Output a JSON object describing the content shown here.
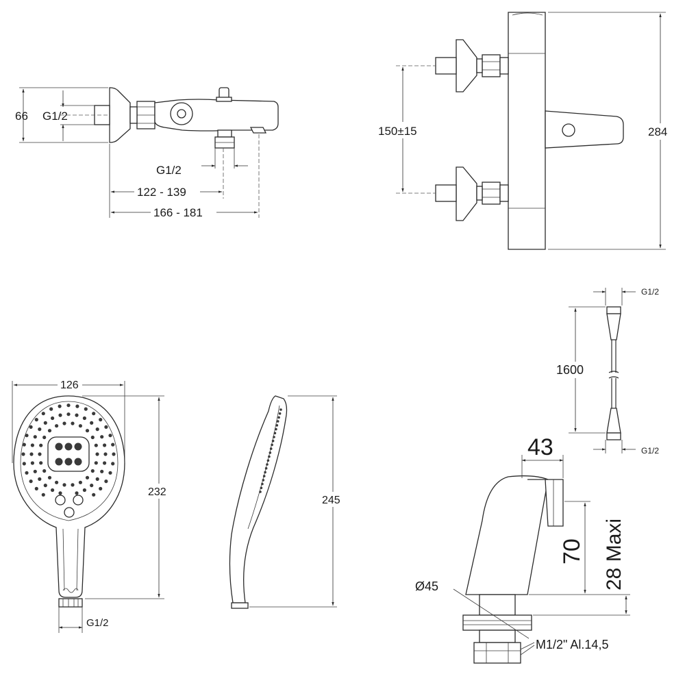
{
  "top_left_view": {
    "dim_height": "66",
    "dim_inlet_thread": "G1/2",
    "dim_outlet_thread": "G1/2",
    "dim_depth_short": "122 - 139",
    "dim_depth_long": "166 - 181"
  },
  "top_right_view": {
    "dim_center_distance": "150±15",
    "dim_total_height": "284"
  },
  "hose_view": {
    "dim_thread_top": "G1/2",
    "dim_length": "1600",
    "dim_thread_bottom": "G1/2"
  },
  "handshower_front": {
    "dim_width": "126",
    "dim_height": "232",
    "dim_thread": "G1/2"
  },
  "handshower_side": {
    "dim_length": "245"
  },
  "spout_view": {
    "dim_width": "43",
    "dim_height": "70",
    "dim_max_thickness": "28 Maxi",
    "dim_diameter": "Ø45",
    "dim_thread": "M1/2\" Al.14,5"
  }
}
